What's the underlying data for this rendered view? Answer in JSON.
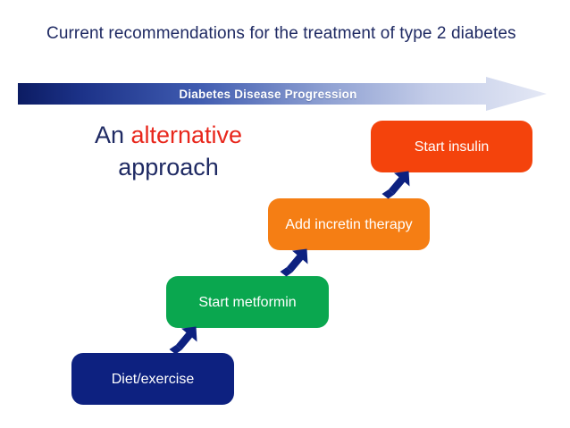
{
  "slide": {
    "title": "Current recommendations for the treatment of type 2 diabetes",
    "background_color": "#ffffff"
  },
  "banner": {
    "label": "Diabetes Disease Progression",
    "gradient_start_color": "#13256f",
    "gradient_end_color": "#dfe3f2",
    "text_color": "#ffffff",
    "icon": "right-arrow-banner"
  },
  "caption": {
    "line1_prefix": "An ",
    "line1_accent": "alternative",
    "line2": "approach",
    "text_color": "#1f2a63",
    "accent_color": "#e8271c"
  },
  "steps": [
    {
      "id": "diet",
      "label": "Diet/exercise",
      "color": "#0d2180",
      "order": 1
    },
    {
      "id": "metformin",
      "label": "Start metformin",
      "color": "#0aa74f",
      "order": 2
    },
    {
      "id": "incretin",
      "label": "Add incretin therapy",
      "color": "#f57e14",
      "order": 3
    },
    {
      "id": "insulin",
      "label": "Start insulin",
      "color": "#f4430c",
      "order": 4
    }
  ],
  "connectors": [
    {
      "id": "diet-to-metformin",
      "icon": "arrow-up-right-icon",
      "color": "#0d2180"
    },
    {
      "id": "metformin-to-incretin",
      "icon": "arrow-up-right-icon",
      "color": "#0d2180"
    },
    {
      "id": "incretin-to-insulin",
      "icon": "arrow-up-right-icon",
      "color": "#0d2180"
    }
  ]
}
